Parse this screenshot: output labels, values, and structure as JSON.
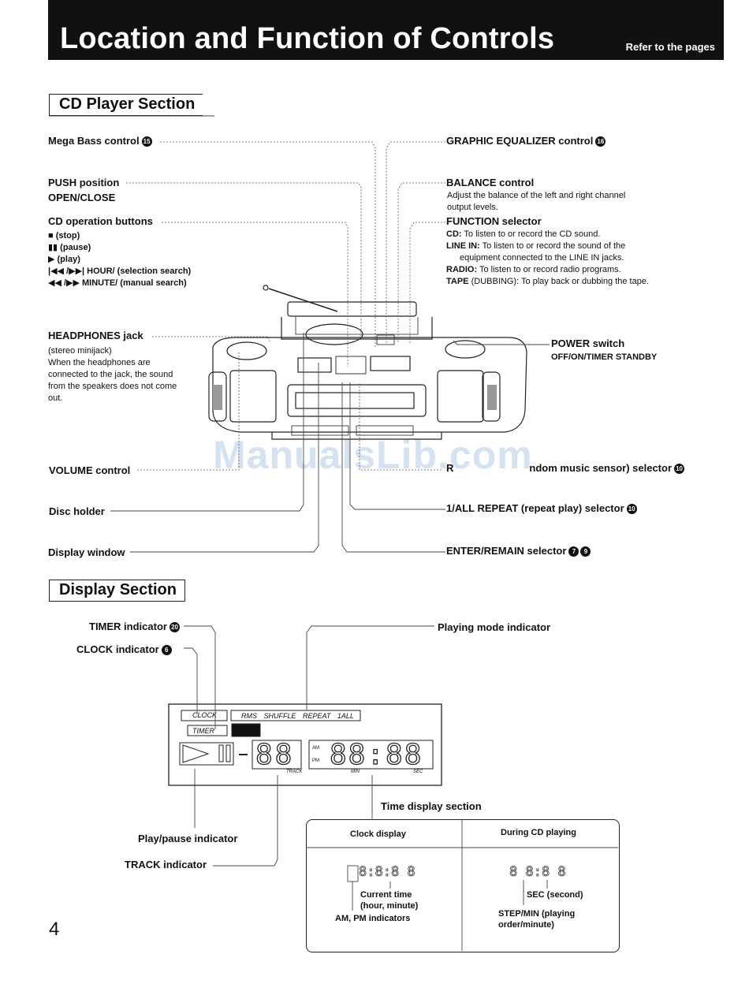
{
  "header": {
    "title": "Location and Function of Controls",
    "refer": "Refer to the pages"
  },
  "cd_section": {
    "title": "CD Player Section",
    "left": {
      "mega_bass": "Mega Bass control",
      "push_position": "PUSH position",
      "open_close": "OPEN/CLOSE",
      "cd_operation": "CD operation buttons",
      "buttons": [
        "■ (stop)",
        "▮▮ (pause)",
        "▶ (play)",
        "|◀◀ /▶▶| HOUR/ (selection search)",
        "◀◀ /▶▶ MINUTE/ (manual search)"
      ],
      "headphones": "HEADPHONES jack",
      "headphones_desc": [
        "(stereo minijack)",
        "When the headphones are",
        "connected to the jack, the sound",
        "from the speakers does not come",
        "out."
      ],
      "volume": "VOLUME control",
      "disc_holder": "Disc holder",
      "display_window": "Display window"
    },
    "right": {
      "graphic_eq": "GRAPHIC EQUALIZER control",
      "balance": "BALANCE control",
      "balance_desc": [
        "Adjust the balance of the left and right channel",
        "output levels."
      ],
      "function": "FUNCTION selector",
      "function_items": [
        {
          "key": "CD:",
          "text": "To listen to or record the CD sound."
        },
        {
          "key": "LINE IN:",
          "text": "To listen to or record the sound of the"
        },
        {
          "key": "",
          "text": "equipment connected to the LINE IN jacks."
        },
        {
          "key": "RADIO:",
          "text": "To listen to or record radio programs."
        },
        {
          "key": "TAPE",
          "text": "(DUBBING): To play back or dubbing the tape."
        }
      ],
      "power": "POWER switch",
      "power_sub": "OFF/ON/TIMER STANDBY",
      "rms": "R",
      "rms_rest": "ndom music sensor) selector",
      "repeat": "1/ALL REPEAT (repeat play) selector",
      "enter": "ENTER/REMAIN selector"
    }
  },
  "display_section": {
    "title": "Display Section",
    "timer": "TIMER indicator",
    "clock": "CLOCK indicator",
    "playing_mode": "Playing mode indicator",
    "play_pause": "Play/pause indicator",
    "track": "TRACK indicator",
    "time_display": "Time display section",
    "lcd": {
      "clock_box": "CLOCK",
      "timer_box": "TIMER",
      "modes": [
        "RMS",
        "SHUFFLE",
        "REPEAT",
        "1ALL"
      ],
      "track_digits": "88",
      "time_digits": "88:88",
      "am": "AM",
      "pm": "PM",
      "track_lbl": "TRACK",
      "min_lbl": "MIN",
      "sec_lbl": "SEC"
    },
    "table": {
      "col1": "Clock display",
      "col2": "During CD playing",
      "col1_digits": "8:8:8 8",
      "col2_digits": "8 8:8 8",
      "current_time": [
        "Current time",
        "(hour, minute)"
      ],
      "ampm": "AM, PM indicators",
      "sec": "SEC (second)",
      "step_min": [
        "STEP/MIN (playing",
        "order/minute)"
      ]
    }
  },
  "page_number": "4",
  "watermark": "ManualsLib.com",
  "badges": {
    "mega_bass": "15",
    "graphic_eq": "16",
    "rms": "10",
    "repeat": "10",
    "enter_a": "7",
    "enter_b": "9",
    "timer": "20",
    "clock": "6"
  }
}
